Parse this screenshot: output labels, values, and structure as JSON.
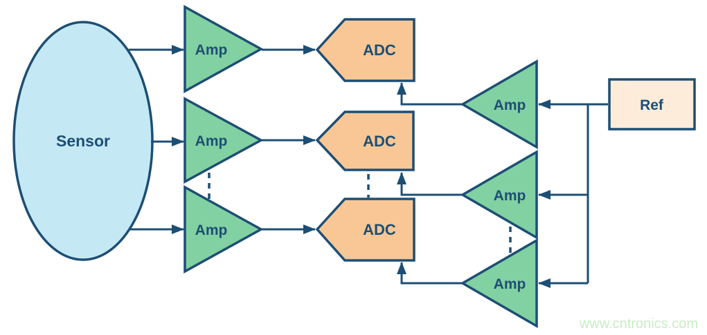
{
  "diagram": {
    "type": "signal-chain-block-diagram",
    "sensor": {
      "label": "Sensor"
    },
    "input_amps": [
      {
        "label": "Amp"
      },
      {
        "label": "Amp"
      },
      {
        "label": "Amp"
      }
    ],
    "adcs": [
      {
        "label": "ADC"
      },
      {
        "label": "ADC"
      },
      {
        "label": "ADC"
      }
    ],
    "ref_amps": [
      {
        "label": "Amp"
      },
      {
        "label": "Amp"
      },
      {
        "label": "Amp"
      }
    ],
    "ref": {
      "label": "Ref"
    },
    "watermark": {
      "text": "www.cntronics.com"
    },
    "colors": {
      "navy": "#1d4e74",
      "green": "#82d1a2",
      "light_blue": "#c5e9f4",
      "orange": "#f8c795",
      "peach": "#fcecd9",
      "watermark_green": "#c9ecc6",
      "background": "#ffffff"
    }
  }
}
